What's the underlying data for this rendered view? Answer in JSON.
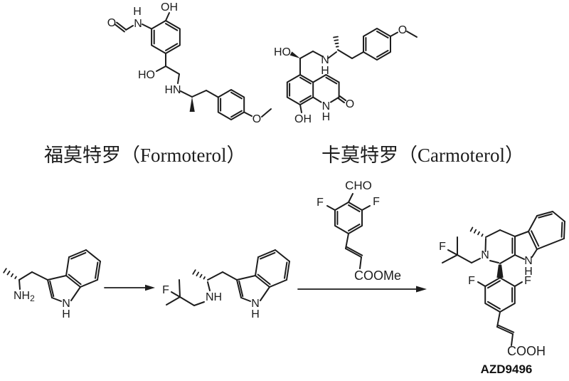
{
  "colors": {
    "ink": "#1d1d1d",
    "background": "#ffffff"
  },
  "molecules": {
    "formoterol": {
      "caption": "福莫特罗（Formoterol）",
      "atoms": {
        "oh_phenol": "OH",
        "h_amide": "H",
        "n_amide": "N",
        "o_formyl": "O",
        "ho_benzylic": "HO",
        "hn_amine": "HN",
        "o_methoxy": "O"
      }
    },
    "carmoterol": {
      "caption": "卡莫特罗（Carmoterol）",
      "atoms": {
        "ho_benzylic": "HO",
        "n_amine": "N",
        "h_amine": "H",
        "o_methoxy": "O",
        "n_lactam": "N",
        "h_lactam": "H",
        "o_carbonyl": "O",
        "oh_phenol": "OH"
      }
    },
    "indole_amine": {
      "atoms": {
        "nh2_base": "NH",
        "nh2_sub": "2",
        "n_indole": "N",
        "h_indole": "H"
      }
    },
    "fluoro_amine": {
      "atoms": {
        "f_alkyl": "F",
        "nh_amine": "NH",
        "n_indole": "N",
        "h_indole": "H"
      }
    },
    "reagent": {
      "atoms": {
        "cho": "CHO",
        "f_left": "F",
        "f_right": "F",
        "ester": "COOMe"
      }
    },
    "azd9496": {
      "caption": "AZD9496",
      "atoms": {
        "f_alkyl": "F",
        "n_amine": "N",
        "n_indole": "N",
        "h_indole": "H",
        "f_left": "F",
        "f_right": "F",
        "acid": "COOH"
      }
    }
  }
}
